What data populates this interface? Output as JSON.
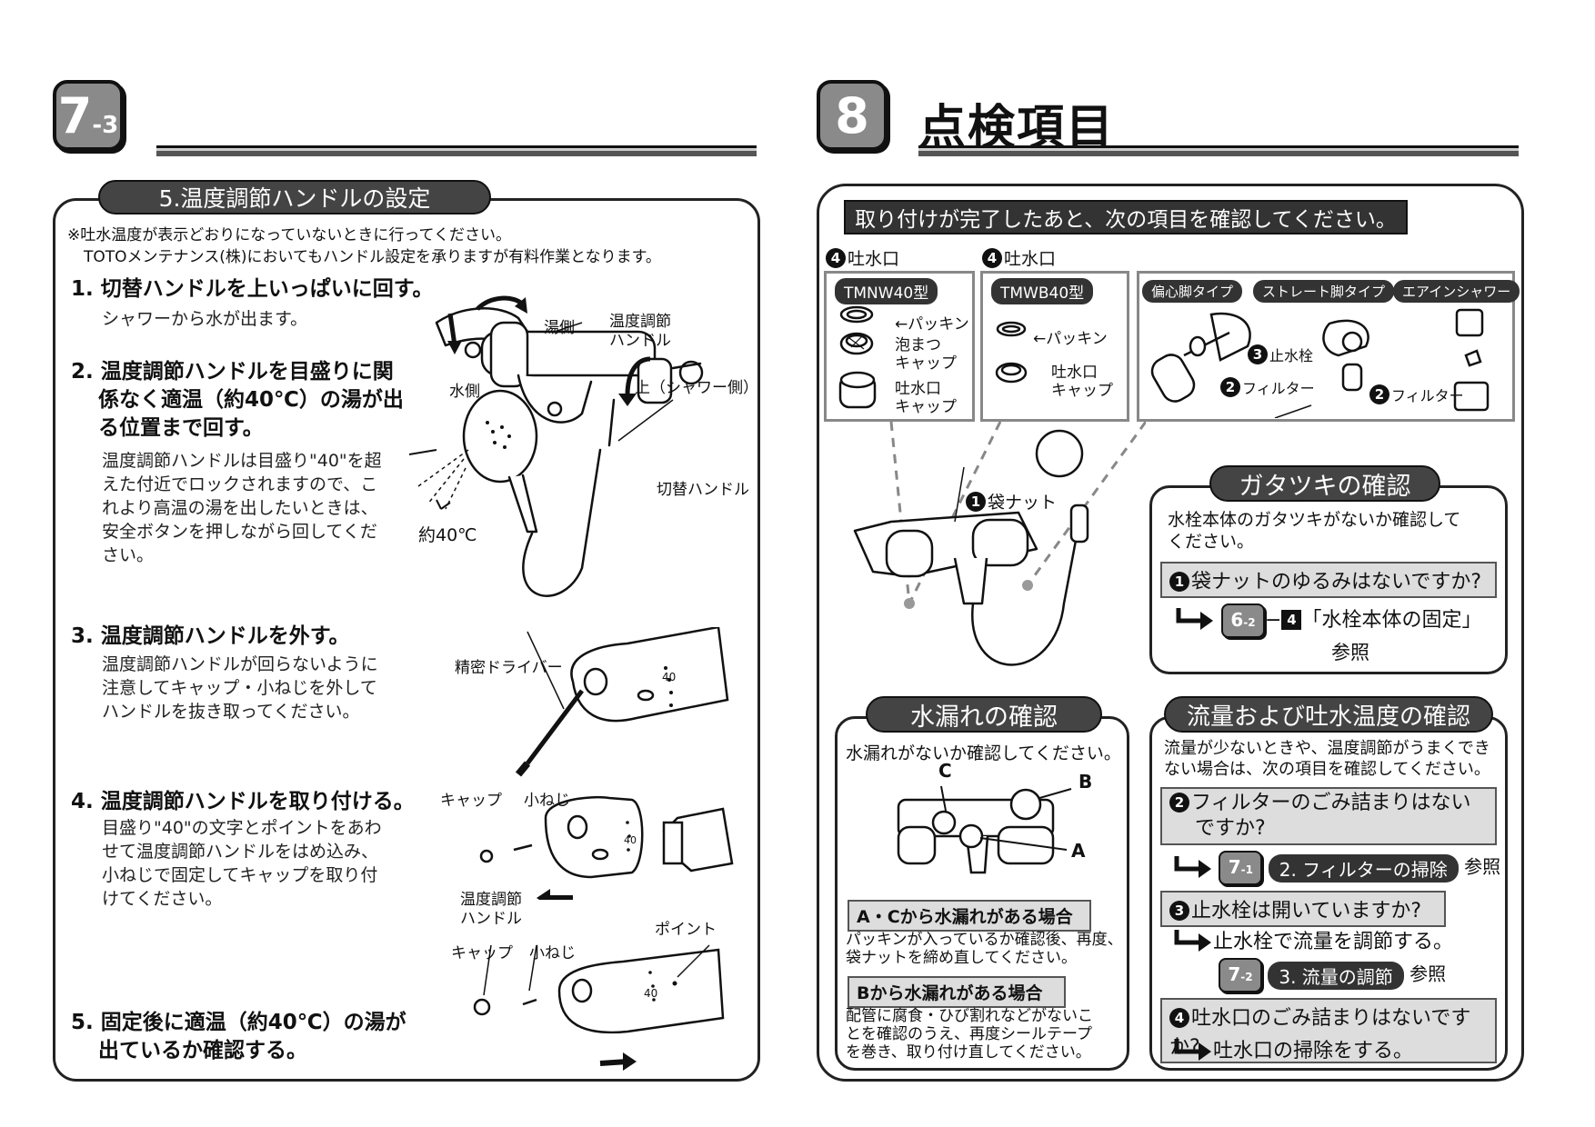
{
  "left": {
    "badge_main": "7",
    "badge_sub": "-3",
    "section_title": "5.温度調節ハンドルの設定",
    "note_line1": "※吐水温度が表示どおりになっていないときに行ってください。",
    "note_line2": "TOTOメンテナンス(株)においてもハンドル設定を承りますが有料作業となります。",
    "steps": [
      {
        "head": "1. 切替ハンドルを上いっぱいに回す。",
        "body": [
          "シャワーから水が出ます。"
        ]
      },
      {
        "head": [
          "2. 温度調節ハンドルを目盛りに関",
          "係なく適温（約40℃）の湯が出",
          "る位置まで回す。"
        ],
        "body": [
          "温度調節ハンドルは目盛り\"40\"を超",
          "えた付近でロックされますので、こ",
          "れより高温の湯を出したいときは、",
          "安全ボタンを押しながら回してくだ",
          "さい。"
        ]
      },
      {
        "head": "3. 温度調節ハンドルを外す。",
        "body": [
          "温度調節ハンドルが回らないように",
          "注意してキャップ・小ねじを外して",
          "ハンドルを抜き取ってください。"
        ]
      },
      {
        "head": "4. 温度調節ハンドルを取り付ける。",
        "body": [
          "目盛り\"40\"の文字とポイントをあわ",
          "せて温度調節ハンドルをはめ込み、",
          "小ねじで固定してキャップを取り付",
          "けてください。"
        ]
      },
      {
        "head": [
          "5. 固定後に適温（約40℃）の湯が",
          "出ているか確認する。"
        ]
      }
    ],
    "labels": {
      "hot_side": "湯側",
      "temp_handle": [
        "温度調節",
        "ハンドル"
      ],
      "water_side": "水側",
      "up_shower": "上（シャワー側）",
      "switch_handle": "切替ハンドル",
      "about40": "約40℃",
      "precision_driver": "精密ドライバー",
      "cap": "キャップ",
      "small_screw": "小ねじ",
      "temp_handle2": [
        "温度調節",
        "ハンドル"
      ],
      "point": "ポイント",
      "cap2": "キャップ",
      "small_screw2": "小ねじ",
      "scale40": "40"
    }
  },
  "right": {
    "badge_main": "8",
    "page_title": "点検項目",
    "banner": "取り付けが完了したあと、次の項目を確認してください。",
    "spout1_label": "吐水口",
    "spout2_label": "吐水口",
    "num4": "4",
    "model1": {
      "tag": "TMNW40型",
      "items": [
        "パッキン",
        [
          "泡まつ",
          "キャップ"
        ],
        [
          "吐水口",
          "キャップ"
        ]
      ]
    },
    "model2": {
      "tag": "TMWB40型",
      "items": [
        "パッキン",
        [
          "吐水口",
          "キャップ"
        ]
      ]
    },
    "types": [
      "偏心脚タイプ",
      "ストレート脚タイプ",
      "エアインシャワー"
    ],
    "stop_valve": "止水栓",
    "filter": "フィルター",
    "filter2": "フィルター",
    "bag_nut": "袋ナット",
    "gatatsuki": {
      "title": "ガタツキの確認",
      "text": [
        "水栓本体のガタツキがないか確認して",
        "ください。"
      ],
      "q1": "袋ナットのゆるみはないですか?",
      "ref_badge": "6",
      "ref_badge_sub": "-2",
      "ref_dash": "−",
      "ref_num": "4",
      "ref_text": "「水栓本体の固定」",
      "ref_suffix": "参照"
    },
    "leak": {
      "title": "水漏れの確認",
      "text": "水漏れがないか確認してください。",
      "label_a": "A",
      "label_b": "B",
      "label_c": "C",
      "case_ac": "A・Cから水漏れがある場合",
      "case_ac_text": [
        "パッキンが入っているか確認後、再度、",
        "袋ナットを締め直してください。"
      ],
      "case_b": "Bから水漏れがある場合",
      "case_b_text": [
        "配管に腐食・ひび割れなどがないこ",
        "とを確認のうえ、再度シールテープ",
        "を巻き、取り付け直してください。"
      ]
    },
    "flow": {
      "title": "流量および吐水温度の確認",
      "text": [
        "流量が少ないときや、温度調節がうまくでき",
        "ない場合は、次の項目を確認してください。"
      ],
      "q2": [
        "フィルターのごみ詰まりはない",
        "ですか?"
      ],
      "q2_ref_badge": "7",
      "q2_ref_sub": "-1",
      "q2_ref": "2. フィルターの掃除",
      "q3": "止水栓は開いていますか?",
      "q3_ans": "止水栓で流量を調節する。",
      "q3_ref_badge": "7",
      "q3_ref_sub": "-2",
      "q3_ref": "3. 流量の調節",
      "q4": "吐水口のごみ詰まりはないですか?",
      "q4_ans": "吐水口の掃除をする。",
      "ref_suffix": "参照"
    },
    "nums": {
      "n1": "1",
      "n2": "2",
      "n3": "3",
      "n4": "4"
    }
  }
}
